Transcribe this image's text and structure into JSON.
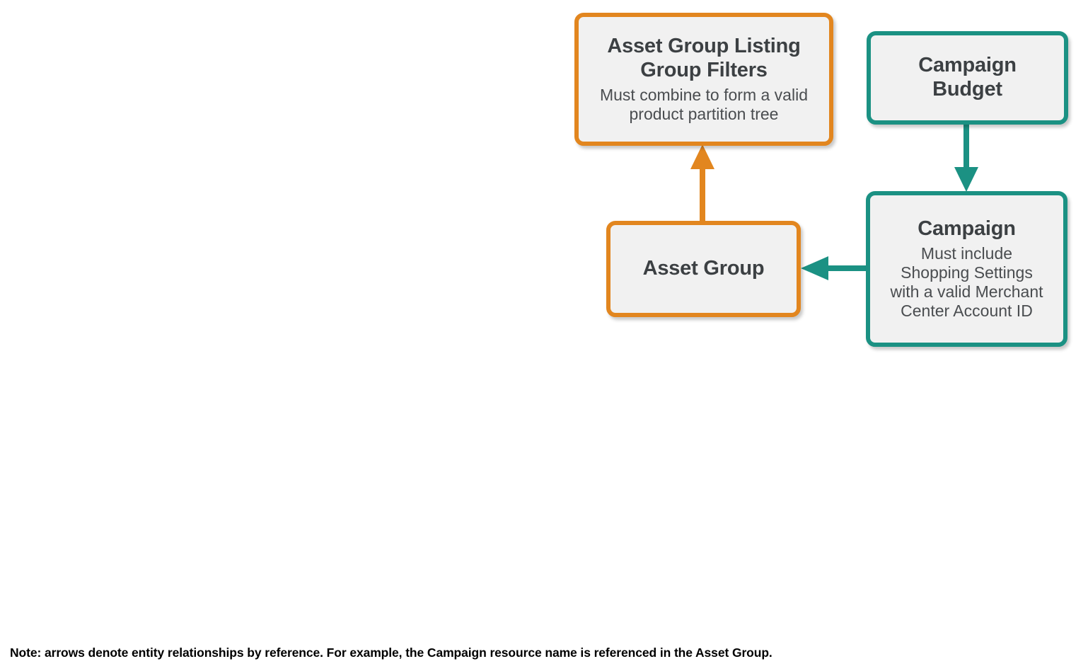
{
  "diagram": {
    "background_color": "#ffffff",
    "colors": {
      "orange": "#E2861F",
      "teal": "#1B9183",
      "node_fill": "#F1F1F1",
      "title_text": "#3C4043",
      "subtitle_text": "#4A4D50",
      "note_text": "#000000"
    },
    "nodes": [
      {
        "id": "asset-group-listing-group-filters",
        "title": "Asset Group Listing\nGroup Filters",
        "subtitle": "Must combine to form a valid\nproduct partition tree",
        "accent": "orange"
      },
      {
        "id": "campaign-budget",
        "title": "Campaign\nBudget",
        "subtitle": "",
        "accent": "teal"
      },
      {
        "id": "asset-group",
        "title": "Asset Group",
        "subtitle": "",
        "accent": "orange"
      },
      {
        "id": "campaign",
        "title": "Campaign",
        "subtitle": "Must include\nShopping Settings\nwith a valid Merchant\nCenter Account ID",
        "accent": "teal"
      }
    ],
    "edges": [
      {
        "id": "asset-group-to-filters",
        "from": "asset-group",
        "to": "asset-group-listing-group-filters",
        "direction": "up",
        "color": "orange"
      },
      {
        "id": "campaign-budget-to-campaign",
        "from": "campaign-budget",
        "to": "campaign",
        "direction": "down",
        "color": "teal"
      },
      {
        "id": "campaign-to-asset-group",
        "from": "campaign",
        "to": "asset-group",
        "direction": "left",
        "color": "teal"
      }
    ],
    "note": "Note: arrows denote entity relationships by reference. For example, the Campaign resource name is referenced in the Asset Group."
  }
}
